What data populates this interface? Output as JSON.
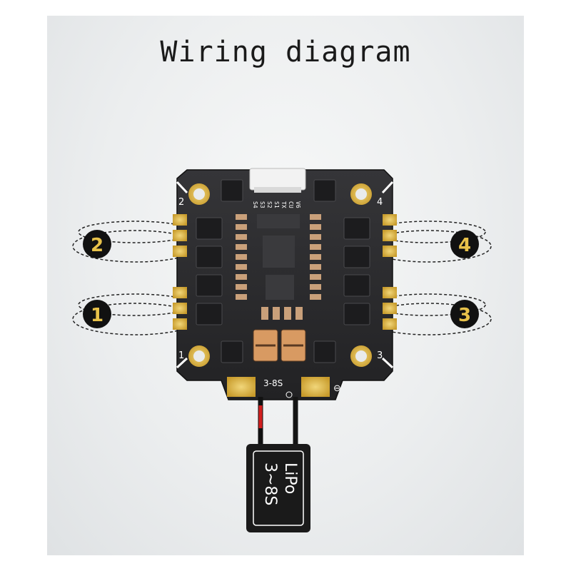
{
  "title": "Wiring diagram",
  "corner_labels": [
    "2",
    "4",
    "1",
    "3"
  ],
  "motor_callouts": [
    "2",
    "4",
    "1",
    "3"
  ],
  "signal_pads": [
    "S4",
    "S3",
    "S2",
    "S1",
    "TX",
    "CU",
    "V6"
  ],
  "voltage_label": "3-8S",
  "negative_symbol": "⊖",
  "battery": {
    "line1": "LiPo",
    "line2": "3~8S"
  },
  "colors": {
    "board": "#2a2a2c",
    "pad": "#d8b33a",
    "callout": "#111111",
    "callout_text": "#e8c24a",
    "positive_wire": "#d21f1f",
    "negative_wire": "#151515"
  }
}
